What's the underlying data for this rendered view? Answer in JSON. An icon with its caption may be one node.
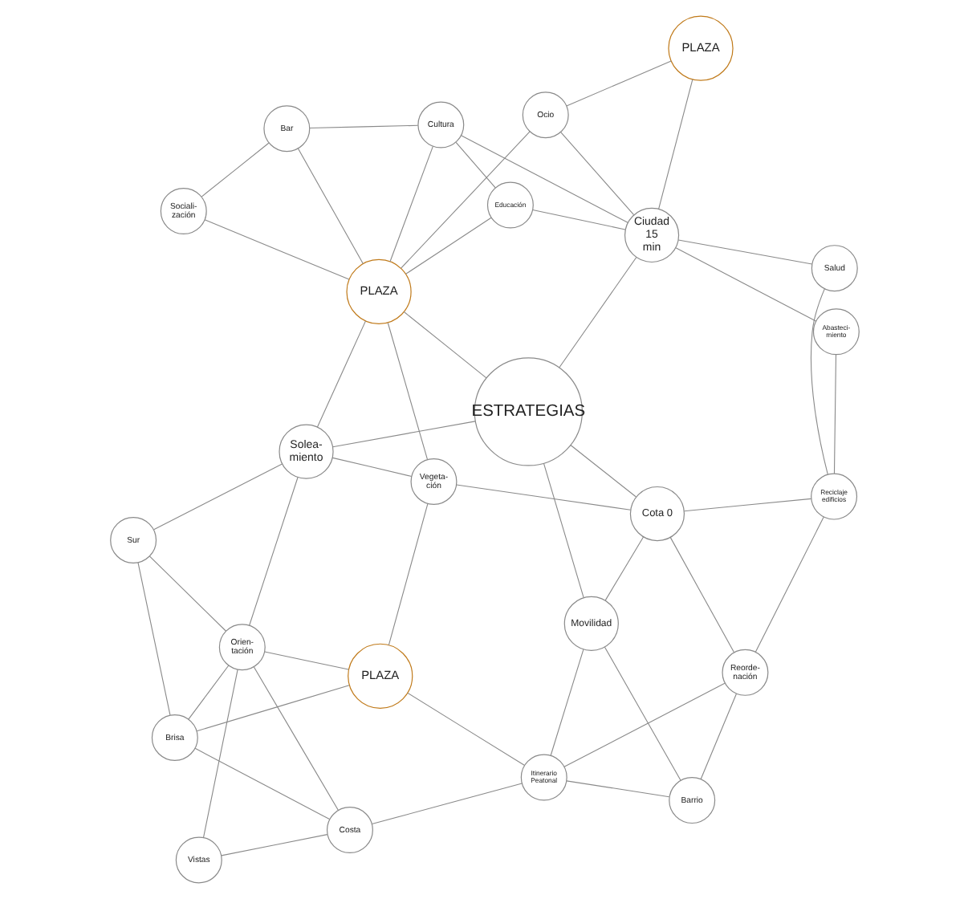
{
  "diagram": {
    "nodes": [
      {
        "text": [
          "Barrio"
        ]
      },
      {
        "text": [
          "Itinerario Peatonal"
        ]
      },
      {
        "text": [
          "Reorde- nación"
        ]
      },
      {
        "text": [
          "Costa"
        ]
      },
      {
        "text": [
          "Movilidad"
        ]
      },
      {
        "text": [
          "Cota 0"
        ]
      },
      {
        "text": [
          "Reciclaje edificios"
        ]
      },
      {
        "text": [
          "PLAZA"
        ]
      },
      {
        "text": [
          "Brisa"
        ]
      },
      {
        "text": [
          "PLAZA"
        ]
      },
      {
        "text": [
          "Vistas"
        ]
      },
      {
        "text": [
          "Vegeta- ción"
        ]
      },
      {
        "text": [
          "ESTRATEGIAS"
        ]
      },
      {
        "text": [
          "Abasteci- miento"
        ]
      },
      {
        "text": [
          "Orien- tación"
        ]
      },
      {
        "text": [
          "Ciudad 15 min"
        ]
      },
      {
        "text": [
          "Salud"
        ]
      },
      {
        "text": [
          "Sur"
        ]
      },
      {
        "text": [
          "Solea- miento"
        ]
      },
      {
        "text": [
          "PLAZA"
        ]
      },
      {
        "text": [
          "Ocio"
        ]
      },
      {
        "text": [
          "Sociali- zación"
        ]
      },
      {
        "text": [
          "Educación"
        ]
      },
      {
        "text": [
          "Bar"
        ]
      },
      {
        "text": [
          "Cultura"
        ]
      }
    ],
    "edges": [
      {
        "from": 0,
        "to": 1,
        "arrow": "none"
      },
      {
        "from": 0,
        "to": 2,
        "arrow": "none"
      },
      {
        "from": 0,
        "to": 4,
        "arrow": "none"
      },
      {
        "from": 1,
        "to": 2,
        "arrow": "none"
      },
      {
        "from": 1,
        "to": 3,
        "arrow": "none"
      },
      {
        "from": 1,
        "to": 7,
        "arrow": "none"
      },
      {
        "from": 1,
        "to": 4,
        "arrow": "none"
      },
      {
        "from": 2,
        "to": 5,
        "arrow": "none"
      },
      {
        "from": 2,
        "to": 6,
        "arrow": "none"
      },
      {
        "from": 4,
        "to": 5,
        "arrow": "none"
      },
      {
        "from": 4,
        "to": 12,
        "arrow": "none"
      },
      {
        "from": 5,
        "to": 6,
        "arrow": "none"
      },
      {
        "from": 5,
        "to": 11,
        "arrow": "none"
      },
      {
        "from": 5,
        "to": 12,
        "arrow": "none"
      },
      {
        "from": 6,
        "to": 13,
        "arrow": "none"
      },
      {
        "from": 6,
        "to": 16,
        "arrow": "none"
      },
      {
        "from": 3,
        "to": 8,
        "arrow": "none"
      },
      {
        "from": 3,
        "to": 10,
        "arrow": "none"
      },
      {
        "from": 3,
        "to": 14,
        "arrow": "none"
      },
      {
        "from": 7,
        "to": 8,
        "arrow": "none"
      },
      {
        "from": 7,
        "to": 11,
        "arrow": "none"
      },
      {
        "from": 7,
        "to": 14,
        "arrow": "none"
      },
      {
        "from": 8,
        "to": 14,
        "arrow": "none"
      },
      {
        "from": 8,
        "to": 17,
        "arrow": "none"
      },
      {
        "from": 10,
        "to": 14,
        "arrow": "none"
      },
      {
        "from": 14,
        "to": 17,
        "arrow": "none"
      },
      {
        "from": 14,
        "to": 18,
        "arrow": "none"
      },
      {
        "from": 11,
        "to": 18,
        "arrow": "none"
      },
      {
        "from": 11,
        "to": 19,
        "arrow": "none"
      },
      {
        "from": 12,
        "to": 18,
        "arrow": "none"
      },
      {
        "from": 12,
        "to": 19,
        "arrow": "none"
      },
      {
        "from": 12,
        "to": 15,
        "arrow": "none"
      },
      {
        "from": 9,
        "to": 15,
        "arrow": "none"
      },
      {
        "from": 9,
        "to": 20,
        "arrow": "none"
      },
      {
        "from": 13,
        "to": 15,
        "arrow": "none"
      },
      {
        "from": 15,
        "to": 16,
        "arrow": "none"
      },
      {
        "from": 15,
        "to": 20,
        "arrow": "none"
      },
      {
        "from": 15,
        "to": 22,
        "arrow": "none"
      },
      {
        "from": 15,
        "to": 24,
        "arrow": "none"
      },
      {
        "from": 17,
        "to": 18,
        "arrow": "none"
      },
      {
        "from": 18,
        "to": 19,
        "arrow": "none"
      },
      {
        "from": 19,
        "to": 20,
        "arrow": "none"
      },
      {
        "from": 19,
        "to": 21,
        "arrow": "none"
      },
      {
        "from": 19,
        "to": 23,
        "arrow": "none"
      },
      {
        "from": 19,
        "to": 24,
        "arrow": "none"
      },
      {
        "from": 19,
        "to": 22,
        "arrow": "none"
      },
      {
        "from": 21,
        "to": 23,
        "arrow": "none"
      },
      {
        "from": 23,
        "to": 24,
        "arrow": "none"
      },
      {
        "from": 24,
        "to": 22,
        "arrow": "none"
      }
    ]
  }
}
